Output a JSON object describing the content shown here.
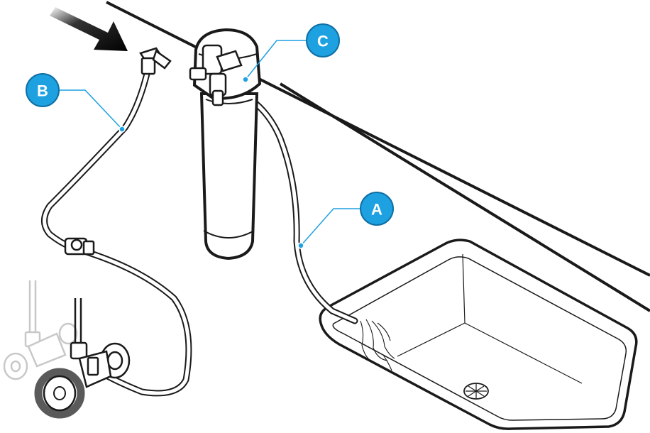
{
  "colors": {
    "callout_fill": "#1da1e0",
    "callout_edge": "#0f6fa3",
    "leader": "#1da1e0",
    "outline": "#1a1a1a",
    "ghost": "#c8c8c8"
  },
  "callouts": {
    "a": {
      "label": "A"
    },
    "b": {
      "label": "B"
    },
    "c": {
      "label": "C"
    }
  },
  "icons": [
    "arrow-icon",
    "drain-icon",
    "rotation-arrow-icon"
  ]
}
